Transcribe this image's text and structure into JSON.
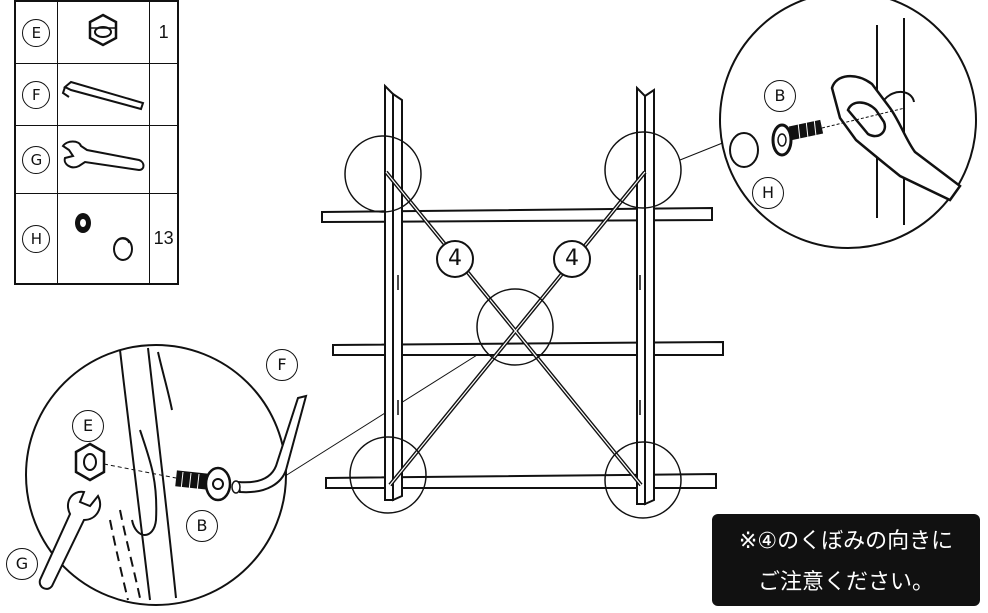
{
  "parts": [
    {
      "label": "E",
      "icon": "hex-nut-icon",
      "qty": "1"
    },
    {
      "label": "F",
      "icon": "hex-key-icon",
      "qty": ""
    },
    {
      "label": "G",
      "icon": "wrench-icon",
      "qty": ""
    },
    {
      "label": "H",
      "icon": "washer-cap-icon",
      "qty": "13"
    }
  ],
  "callouts": {
    "detail_right": {
      "b": "B",
      "h": "H"
    },
    "detail_left": {
      "e": "E",
      "g": "G",
      "b": "B"
    },
    "hex_key": "F"
  },
  "brace_labels": [
    "4",
    "4"
  ],
  "note": {
    "line1": "※④のくぼみの向きに",
    "line2": "ご注意ください。"
  },
  "colors": {
    "ink": "#111111",
    "note_bg": "#111111",
    "note_text": "#ffffff"
  }
}
